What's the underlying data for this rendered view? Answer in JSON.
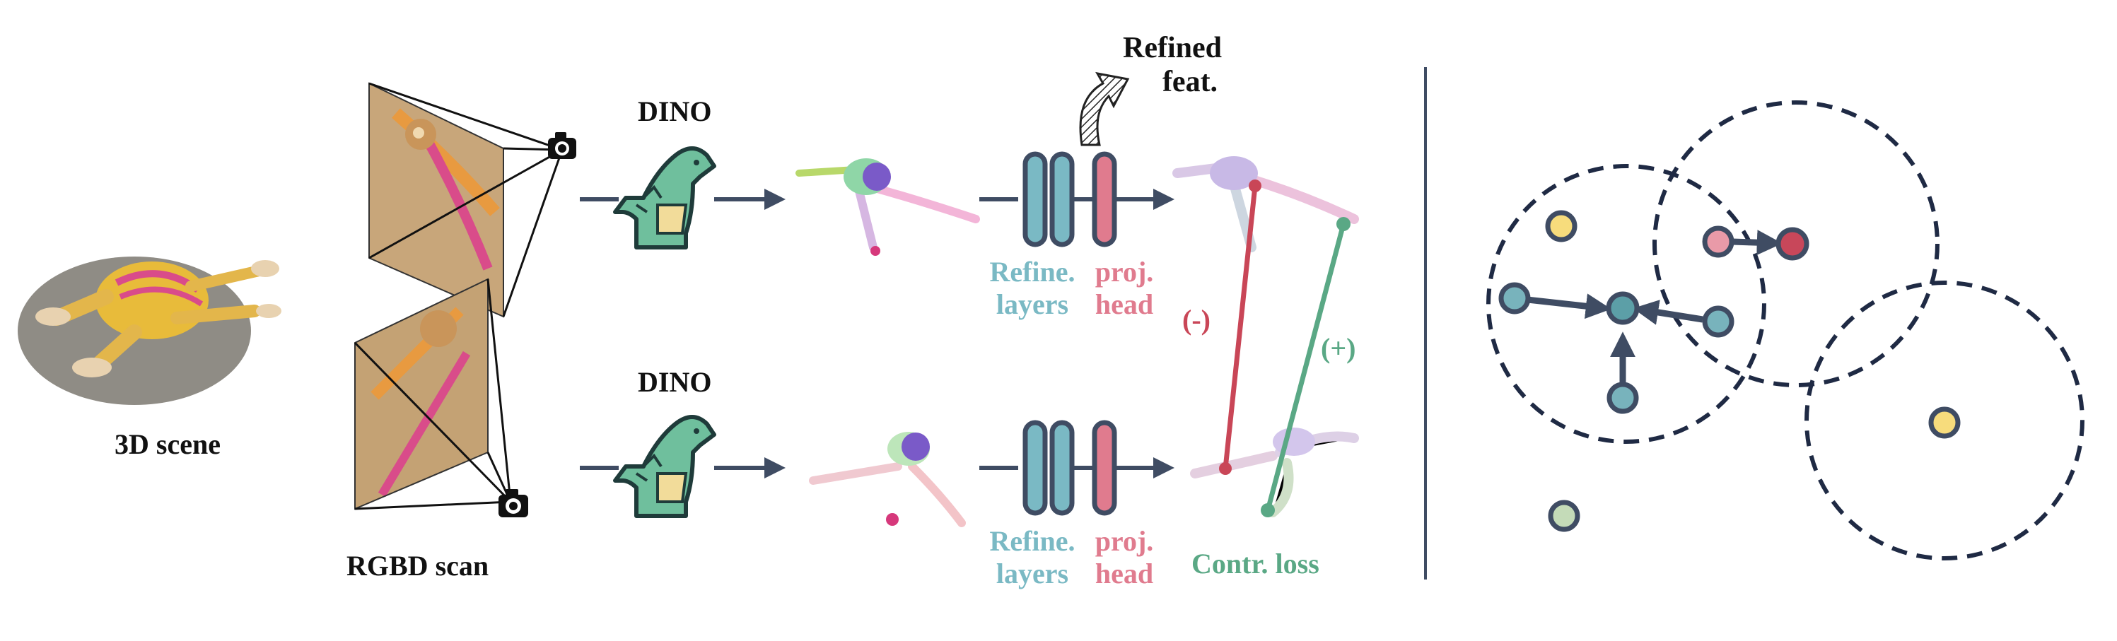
{
  "labels": {
    "scene": "3D scene",
    "rgbd": "RGBD scan",
    "dino_top": "DINO",
    "dino_bottom": "DINO",
    "refined_line1": "Refined",
    "refined_line2": "feat.",
    "refine_top_1": "Refine.",
    "refine_top_2": "layers",
    "proj_top_1": "proj.",
    "proj_top_2": "head",
    "refine_bottom_1": "Refine.",
    "refine_bottom_2": "layers",
    "proj_bottom_1": "proj.",
    "proj_bottom_2": "head",
    "negative": "(-)",
    "positive": "(+)",
    "contrastive": "Contr. loss"
  },
  "colors": {
    "refine_teal": "#7ab9c4",
    "proj_pink": "#e07b8e",
    "positive_green": "#5aa885",
    "negative_red": "#c94657",
    "arrow_slate": "#3f4c63",
    "dino_green": "#6fbf9d",
    "dot_yellow": "#f7dc7c",
    "dot_teal": "#78b3bc",
    "dot_pink": "#e99aa8",
    "dot_red": "#c8475a",
    "dot_sage": "#c4dbb8"
  },
  "icons": [
    "camera-icon",
    "camera-icon",
    "dino-icon",
    "dino-icon",
    "refine-arrow-icon"
  ]
}
